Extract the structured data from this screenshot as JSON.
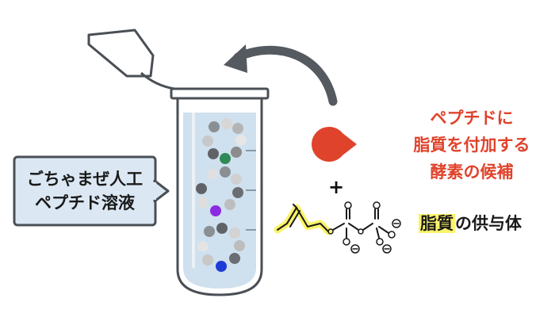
{
  "callout": {
    "line1": "ごちゃまぜ人工",
    "line2": "ペプチド溶液"
  },
  "enzyme_label": {
    "line1": "ペプチドに",
    "line2": "脂質を付加する",
    "line3": "酵素の候補"
  },
  "donor_label": {
    "highlight": "脂質",
    "rest": "の供与体"
  },
  "plus_sign": "+",
  "colors": {
    "enzyme": "#e0432b",
    "highlight": "#fbf36a",
    "liquid": "#cfe0ee",
    "tube_outline": "#4a4f55",
    "bead_green": "#2e8b57",
    "bead_purple": "#8a2be2",
    "bead_blue": "#1f3bd6"
  },
  "icons": [
    "curved-arrow-icon",
    "enzyme-pacman-icon",
    "lipid-molecule-icon",
    "microtube-icon"
  ]
}
